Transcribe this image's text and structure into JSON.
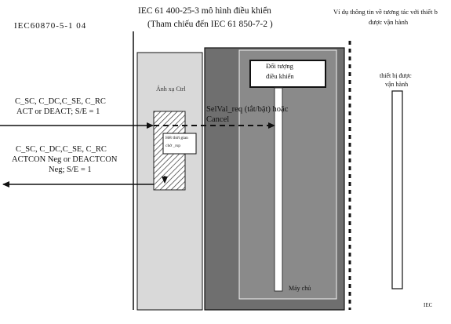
{
  "labels": {
    "iec60870": "IEC60870-5-1 04",
    "model_title_1": "IEC 61 400-25-3  mô hình điều khiển",
    "model_title_2": "(Tham chiếu đến  IEC 61 850-7-2 )",
    "example_title_1": "Ví dụ thông tin về tương tác với thiết b",
    "example_title_2": "được vận hành",
    "ctrl_mapping": "Ánh xạ Ctrl",
    "control_object_1": "Đối tượng",
    "control_object_2": "điều khiển",
    "server": "Máy chủ",
    "operated_device_1": "thiết bị được",
    "operated_device_2": "vận hành",
    "iec_footer": "IEC",
    "msg1_line1": "C_SC, C_DC,C_SE, C_RC",
    "msg1_line2": "ACT or DEACT; S/E = 1",
    "msg2_line1": "C_SC, C_DC,C_SE, C_RC",
    "msg2_line2": "ACTCON Neg or DEACTCON",
    "msg2_line3": "Neg; S/E = 1",
    "sel_val_1": "SelVal_req (tắt/bật) hoặc",
    "sel_val_2": "Cancel",
    "wait_time_1": "Hết thời gian",
    "wait_time_2": "chờ _rsp"
  },
  "colors": {
    "server_gray": "#6f6f6f",
    "server_inner": "#8a8a8a",
    "ctrl_gray": "#d9d9d9",
    "line": "#111111"
  }
}
